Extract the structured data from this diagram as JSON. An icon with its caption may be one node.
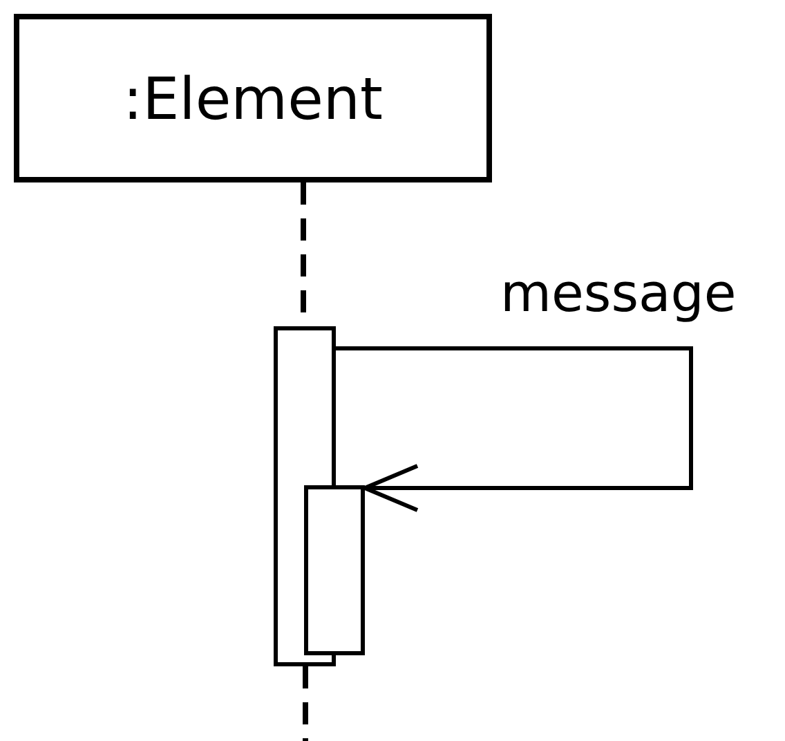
{
  "diagram": {
    "nodes": [
      {
        "text": [
          ":Element"
        ]
      },
      {
        "text": [],
        "shape": "bar"
      },
      {
        "text": [],
        "shape": "bar"
      }
    ],
    "edges": [
      {
        "from": 0,
        "to": 1,
        "arrow": "none",
        "style": "dashed"
      },
      {
        "from": 1,
        "to": 2,
        "arrow": "to",
        "label": "message"
      }
    ]
  }
}
